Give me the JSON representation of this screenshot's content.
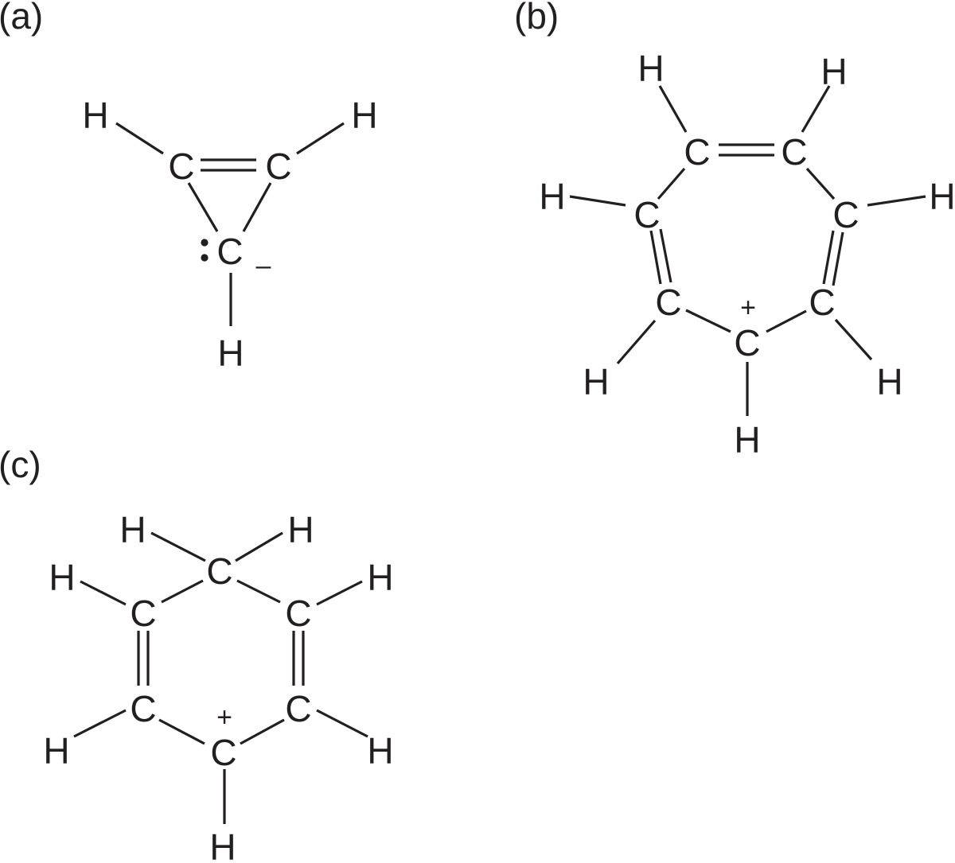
{
  "panels": [
    {
      "label": "(a)"
    },
    {
      "label": "(b)"
    },
    {
      "label": "(c)"
    }
  ],
  "atoms": {
    "carbon": "C",
    "hydrogen": "H"
  },
  "charges": {
    "anion": "–",
    "cation": "+"
  },
  "lone_pair": ":"
}
